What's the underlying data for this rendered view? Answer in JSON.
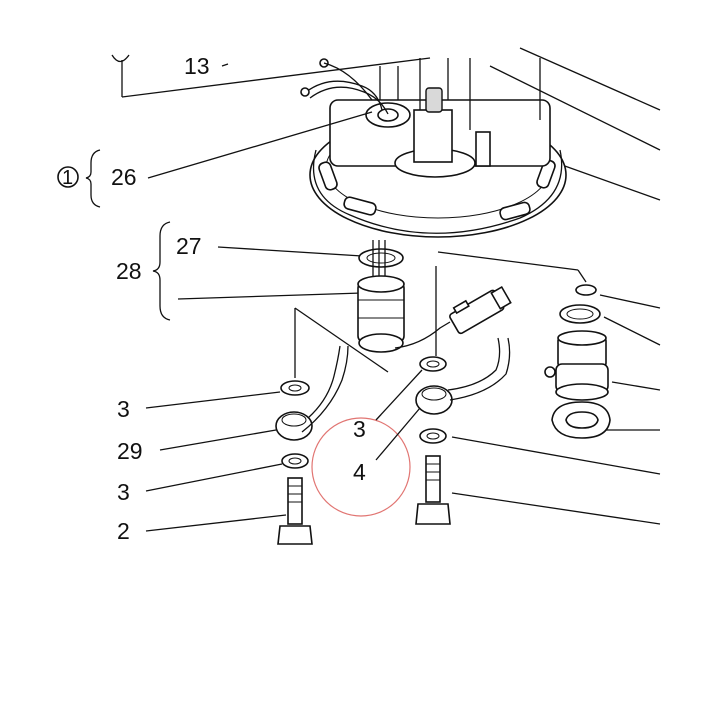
{
  "diagram": {
    "labels": {
      "l13": "13",
      "l26": "26",
      "l27": "27",
      "l28": "28",
      "l3a": "3",
      "l29": "29",
      "l3b": "3",
      "l2": "2",
      "l3c": "3",
      "l4": "4",
      "circled": "1"
    },
    "highlight_color": "#d9534f",
    "line_color": "#111111"
  }
}
